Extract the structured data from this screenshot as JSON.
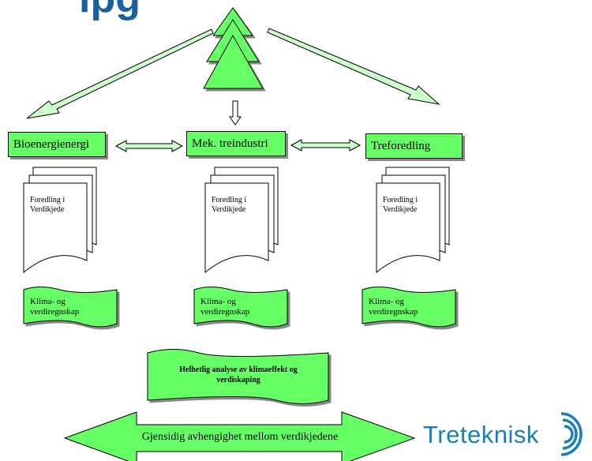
{
  "title_fragment": "lpg",
  "sectors": [
    {
      "label": "Bioenergienergi"
    },
    {
      "label": "Mek. treindustri"
    },
    {
      "label": "Treforedling"
    }
  ],
  "document_text": [
    "Foredling i",
    "Verdikjede"
  ],
  "climate_label": [
    "Klima- og",
    "verdiregnskap"
  ],
  "analysis": [
    "Helhetlig analyse av klimaeffekt og",
    "verdiskaping"
  ],
  "bottom_arrow": "Gjensidig avhengighet mellom verdikjedene",
  "logo": "Treteknisk",
  "colors": {
    "fill": "#66ff66",
    "arrow": "#ccffcc",
    "logo": "#1a7fb8"
  }
}
